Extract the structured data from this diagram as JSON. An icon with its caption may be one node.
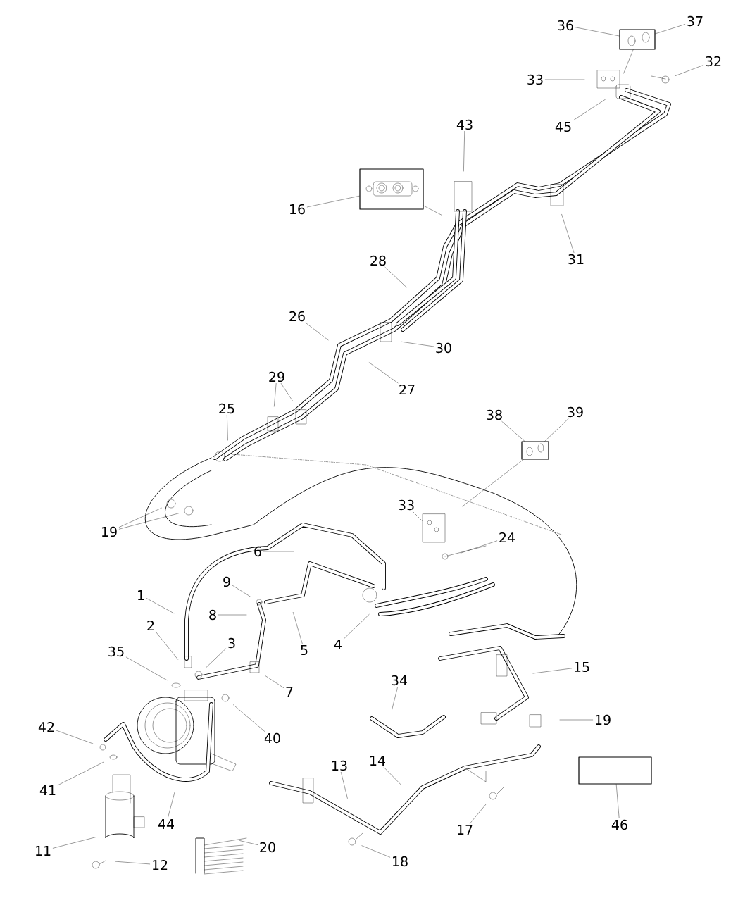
{
  "diagram": {
    "nodes": [
      {
        "text": [
          "36"
        ]
      },
      {
        "text": [
          "37"
        ]
      },
      {
        "text": [],
        "shape": "picture"
      },
      {
        "text": [
          "33"
        ]
      },
      {
        "text": [
          "32"
        ]
      },
      {
        "text": [
          "45"
        ]
      },
      {
        "text": [
          "43"
        ]
      },
      {
        "text": [],
        "shape": "picture"
      },
      {
        "text": [
          "16"
        ]
      },
      {
        "text": [
          "31"
        ]
      },
      {
        "text": [
          "28"
        ]
      },
      {
        "text": [
          "26"
        ]
      },
      {
        "text": [
          "30"
        ]
      },
      {
        "text": [
          "27"
        ]
      },
      {
        "text": [
          "29"
        ]
      },
      {
        "text": [
          "25"
        ]
      },
      {
        "text": [],
        "shape": "picture"
      },
      {
        "text": [
          "38"
        ]
      },
      {
        "text": [
          "39"
        ]
      },
      {
        "text": [
          "33"
        ]
      },
      {
        "text": [
          "19"
        ]
      },
      {
        "text": [
          "24"
        ]
      },
      {
        "text": [
          "6"
        ]
      },
      {
        "text": [
          "1"
        ]
      },
      {
        "text": [
          "9"
        ]
      },
      {
        "text": [
          "8"
        ]
      },
      {
        "text": [
          "5"
        ]
      },
      {
        "text": [
          "4"
        ]
      },
      {
        "text": [
          "2"
        ]
      },
      {
        "text": [
          "3"
        ]
      },
      {
        "text": [
          "35"
        ]
      },
      {
        "text": [
          "7"
        ]
      },
      {
        "text": [
          "15"
        ]
      },
      {
        "text": [
          "34"
        ]
      },
      {
        "text": [
          "40"
        ]
      },
      {
        "text": [
          "19"
        ]
      },
      {
        "text": [
          "42"
        ]
      },
      {
        "text": [
          "41"
        ]
      },
      {
        "text": [
          "13"
        ]
      },
      {
        "text": [
          "14"
        ]
      },
      {
        "text": [
          "44"
        ]
      },
      {
        "text": [],
        "shape": "box"
      },
      {
        "text": [
          "46"
        ]
      },
      {
        "text": [
          "11"
        ]
      },
      {
        "text": [
          "20"
        ]
      },
      {
        "text": [
          "17"
        ]
      },
      {
        "text": [
          "18"
        ]
      },
      {
        "text": [
          "12"
        ]
      }
    ],
    "edges": [
      {
        "from": 0,
        "to": 2,
        "arrow": "none"
      },
      {
        "from": 1,
        "to": 2,
        "arrow": "none"
      },
      {
        "from": 2,
        "to": null,
        "arrow": "none"
      },
      {
        "from": 3,
        "to": null,
        "arrow": "none"
      },
      {
        "from": 4,
        "to": null,
        "arrow": "none"
      },
      {
        "from": 5,
        "to": null,
        "arrow": "none"
      },
      {
        "from": 6,
        "to": null,
        "arrow": "none"
      },
      {
        "from": 7,
        "to": null,
        "arrow": "none"
      },
      {
        "from": 8,
        "to": 7,
        "arrow": "none"
      },
      {
        "from": 9,
        "to": null,
        "arrow": "none"
      },
      {
        "from": 10,
        "to": null,
        "arrow": "none"
      },
      {
        "from": 11,
        "to": null,
        "arrow": "none"
      },
      {
        "from": 12,
        "to": null,
        "arrow": "none"
      },
      {
        "from": 13,
        "to": null,
        "arrow": "none"
      },
      {
        "from": 14,
        "to": null,
        "arrow": "none"
      },
      {
        "from": 14,
        "to": null,
        "arrow": "none"
      },
      {
        "from": 15,
        "to": null,
        "arrow": "none"
      },
      {
        "from": 16,
        "to": null,
        "arrow": "none"
      },
      {
        "from": 17,
        "to": 16,
        "arrow": "none"
      },
      {
        "from": 18,
        "to": 16,
        "arrow": "none"
      },
      {
        "from": 19,
        "to": null,
        "arrow": "none"
      },
      {
        "from": 20,
        "to": null,
        "arrow": "none"
      },
      {
        "from": 20,
        "to": null,
        "arrow": "none"
      },
      {
        "from": 21,
        "to": null,
        "arrow": "none"
      },
      {
        "from": 22,
        "to": null,
        "arrow": "none"
      },
      {
        "from": 23,
        "to": null,
        "arrow": "none"
      },
      {
        "from": 24,
        "to": null,
        "arrow": "none"
      },
      {
        "from": 25,
        "to": null,
        "arrow": "none"
      },
      {
        "from": 26,
        "to": null,
        "arrow": "none"
      },
      {
        "from": 27,
        "to": null,
        "arrow": "none"
      },
      {
        "from": 28,
        "to": null,
        "arrow": "none"
      },
      {
        "from": 29,
        "to": null,
        "arrow": "none"
      },
      {
        "from": 30,
        "to": null,
        "arrow": "none"
      },
      {
        "from": 31,
        "to": null,
        "arrow": "none"
      },
      {
        "from": 32,
        "to": null,
        "arrow": "none"
      },
      {
        "from": 33,
        "to": null,
        "arrow": "none"
      },
      {
        "from": 34,
        "to": null,
        "arrow": "none"
      },
      {
        "from": 35,
        "to": null,
        "arrow": "none"
      },
      {
        "from": 36,
        "to": null,
        "arrow": "none"
      },
      {
        "from": 37,
        "to": null,
        "arrow": "none"
      },
      {
        "from": 38,
        "to": null,
        "arrow": "none"
      },
      {
        "from": 39,
        "to": null,
        "arrow": "none"
      },
      {
        "from": 40,
        "to": null,
        "arrow": "none"
      },
      {
        "from": 42,
        "to": 41,
        "arrow": "none"
      },
      {
        "from": 43,
        "to": null,
        "arrow": "none"
      },
      {
        "from": 44,
        "to": null,
        "arrow": "none"
      },
      {
        "from": 45,
        "to": null,
        "arrow": "none"
      },
      {
        "from": 46,
        "to": null,
        "arrow": "none"
      },
      {
        "from": 47,
        "to": null,
        "arrow": "none"
      }
    ]
  }
}
